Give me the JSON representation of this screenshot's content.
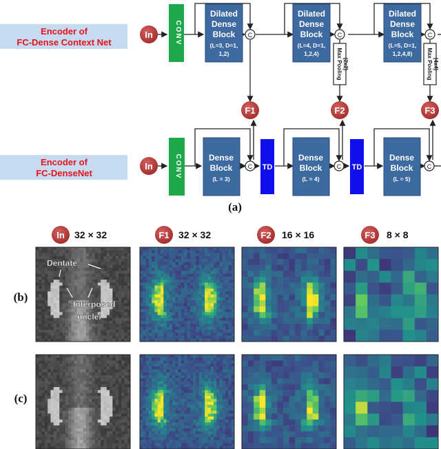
{
  "encoders": {
    "context": {
      "line1": "Encoder of",
      "line2": "FC-Dense Context Net",
      "input": "In",
      "conv": "CONV",
      "blocks": [
        {
          "l1": "Dilated",
          "l2": "Dense",
          "l3": "Block",
          "p1": "(L=3, D=1,",
          "p2": "1,2)"
        },
        {
          "l1": "Dilated",
          "l2": "Dense",
          "l3": "Block",
          "p1": "(L=4, D=1,",
          "p2": "1,2,4)"
        },
        {
          "l1": "Dilated",
          "l2": "Dense",
          "l3": "Block",
          "p1": "(L=5, D=1,",
          "p2": "1,2,4,8)"
        }
      ],
      "pools": [
        {
          "l1": "Max Pooling",
          "l2": "(2x2)"
        },
        {
          "l1": "Max Pooling",
          "l2": "(4x4)"
        }
      ],
      "concat": "C"
    },
    "dense": {
      "line1": "Encoder of",
      "line2": "FC-DenseNet",
      "input": "In",
      "conv": "CONV",
      "blocks": [
        {
          "l1": "Dense",
          "l2": "Block",
          "p": "(L = 3)"
        },
        {
          "l1": "Dense",
          "l2": "Block",
          "p": "(L = 4)"
        },
        {
          "l1": "Dense",
          "l2": "Block",
          "p": "(L = 5)"
        }
      ],
      "td": "TD",
      "concat": "C"
    },
    "features": [
      "F1",
      "F2",
      "F3"
    ]
  },
  "panel_a_label": "(a)",
  "maps": {
    "headers": [
      {
        "badge": "In",
        "size": "32 × 32"
      },
      {
        "badge": "F1",
        "size": "32 × 32"
      },
      {
        "badge": "F2",
        "size": "16 × 16"
      },
      {
        "badge": "F3",
        "size": "8 × 8"
      }
    ],
    "rows": [
      {
        "label": "(b)",
        "annotations": {
          "dentate": "Dentate",
          "interposed1": "Interposed",
          "interposed2": "nuclei"
        }
      },
      {
        "label": "(c)"
      }
    ]
  },
  "colors": {
    "badge": "#b23a3a",
    "conv": "#1fa84a",
    "block": "#3d6aa0",
    "td": "#1010ee",
    "label_bg": "#c6daf0",
    "label_text": "#e8121a"
  }
}
